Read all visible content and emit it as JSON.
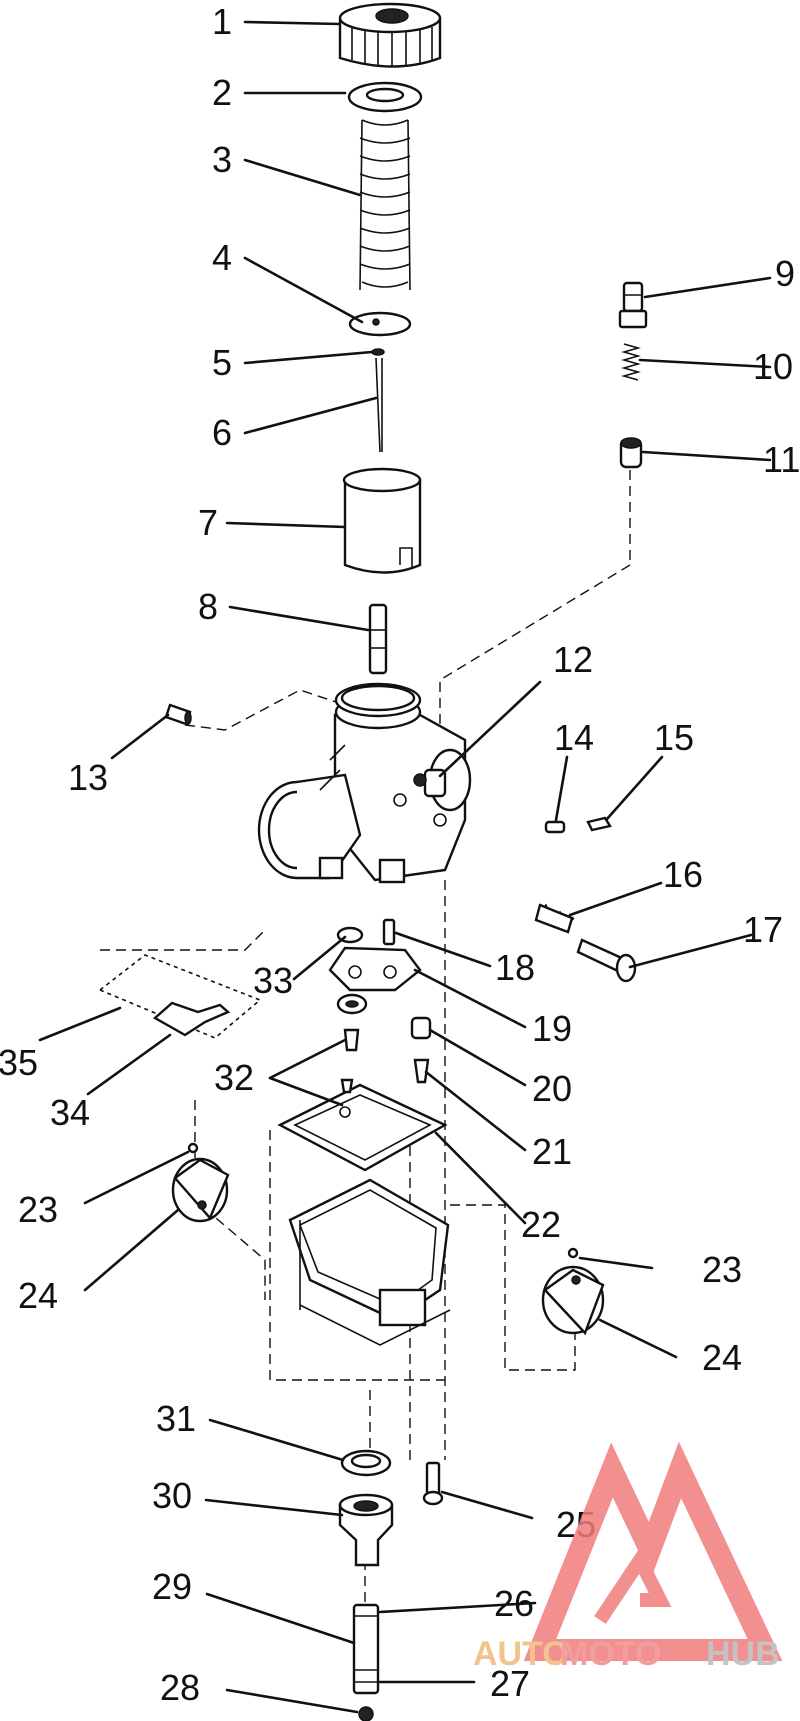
{
  "diagram": {
    "callouts": [
      {
        "id": "c1",
        "text": "1"
      },
      {
        "id": "c2",
        "text": "2"
      },
      {
        "id": "c3",
        "text": "3"
      },
      {
        "id": "c4",
        "text": "4"
      },
      {
        "id": "c5",
        "text": "5"
      },
      {
        "id": "c6",
        "text": "6"
      },
      {
        "id": "c7",
        "text": "7"
      },
      {
        "id": "c8",
        "text": "8"
      },
      {
        "id": "c9",
        "text": "9"
      },
      {
        "id": "c10",
        "text": "10"
      },
      {
        "id": "c11",
        "text": "11"
      },
      {
        "id": "c12",
        "text": "12"
      },
      {
        "id": "c13",
        "text": "13"
      },
      {
        "id": "c14",
        "text": "14"
      },
      {
        "id": "c15",
        "text": "15"
      },
      {
        "id": "c16",
        "text": "16"
      },
      {
        "id": "c17",
        "text": "17"
      },
      {
        "id": "c18",
        "text": "18"
      },
      {
        "id": "c19",
        "text": "19"
      },
      {
        "id": "c20",
        "text": "20"
      },
      {
        "id": "c21",
        "text": "21"
      },
      {
        "id": "c22",
        "text": "22"
      },
      {
        "id": "c23a",
        "text": "23"
      },
      {
        "id": "c23b",
        "text": "23"
      },
      {
        "id": "c24a",
        "text": "24"
      },
      {
        "id": "c24b",
        "text": "24"
      },
      {
        "id": "c25",
        "text": "25"
      },
      {
        "id": "c26",
        "text": "26"
      },
      {
        "id": "c27",
        "text": "27"
      },
      {
        "id": "c28",
        "text": "28"
      },
      {
        "id": "c29",
        "text": "29"
      },
      {
        "id": "c30",
        "text": "30"
      },
      {
        "id": "c31",
        "text": "31"
      },
      {
        "id": "c32",
        "text": "32"
      },
      {
        "id": "c33",
        "text": "33"
      },
      {
        "id": "c34",
        "text": "34"
      },
      {
        "id": "c35",
        "text": "35"
      }
    ]
  },
  "watermark": {
    "part1": "AUTO",
    "part2": "MOTO",
    "part3": "HUB",
    "colors": {
      "auto": "#f2b87a",
      "moto": "#f28e8e",
      "hub": "#b9b9b9",
      "logo": "#f07c7c"
    }
  }
}
